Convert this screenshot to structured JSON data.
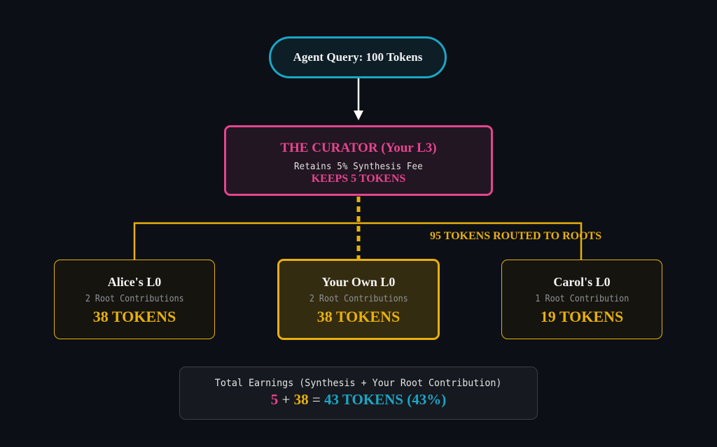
{
  "colors": {
    "query_border": "#1ba6c4",
    "curator_accent": "#e5458f",
    "root_accent": "#e8b00c",
    "total_accent": "#1ba6c4",
    "background": "#0c0f16"
  },
  "query": {
    "label": "Agent Query: 100 Tokens"
  },
  "curator": {
    "title": "THE CURATOR (Your L3)",
    "subtitle": "Retains 5% Synthesis Fee",
    "keeps": "KEEPS 5 TOKENS"
  },
  "routing": {
    "label": "95 TOKENS ROUTED TO ROOTS"
  },
  "roots": [
    {
      "name": "Alice's L0",
      "contributions": "2 Root Contributions",
      "tokens": "38 TOKENS",
      "highlighted": false
    },
    {
      "name": "Your Own L0",
      "contributions": "2 Root Contributions",
      "tokens": "38 TOKENS",
      "highlighted": true
    },
    {
      "name": "Carol's L0",
      "contributions": "1 Root Contribution",
      "tokens": "19 TOKENS",
      "highlighted": false
    }
  ],
  "total": {
    "label": "Total Earnings (Synthesis + Your Root Contribution)",
    "synthesis": "5",
    "plus": "+",
    "root": "38",
    "equals": "=",
    "result": "43 TOKENS (43%)"
  }
}
